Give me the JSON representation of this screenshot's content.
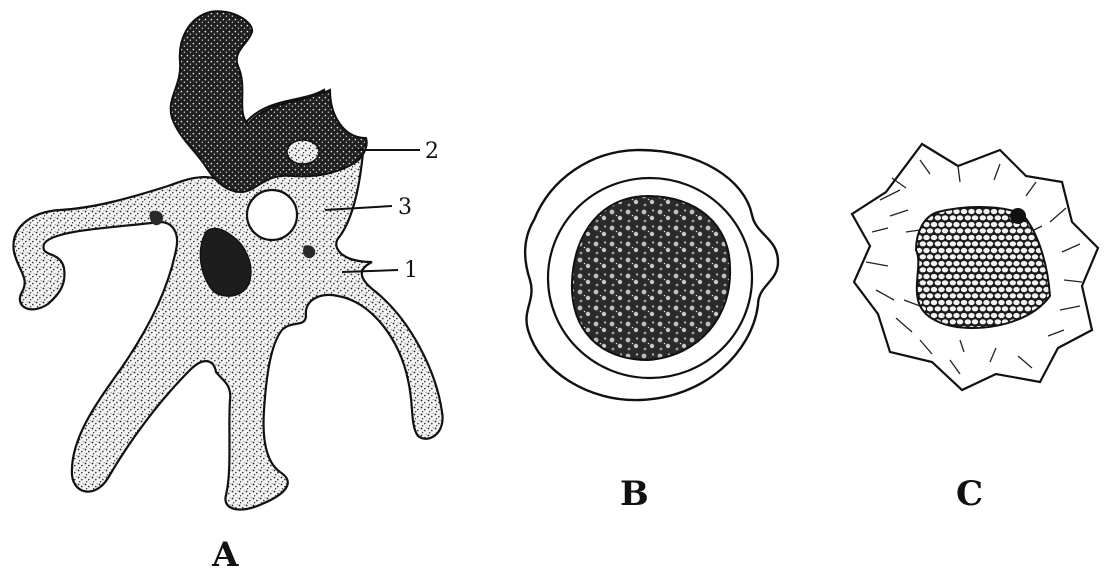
{
  "figure": {
    "panels": [
      {
        "label": "A"
      },
      {
        "label": "B"
      },
      {
        "label": "C"
      }
    ],
    "callouts": [
      "1",
      "2",
      "3"
    ]
  },
  "colors": {
    "ink": "#111111",
    "paper": "#ffffff"
  }
}
